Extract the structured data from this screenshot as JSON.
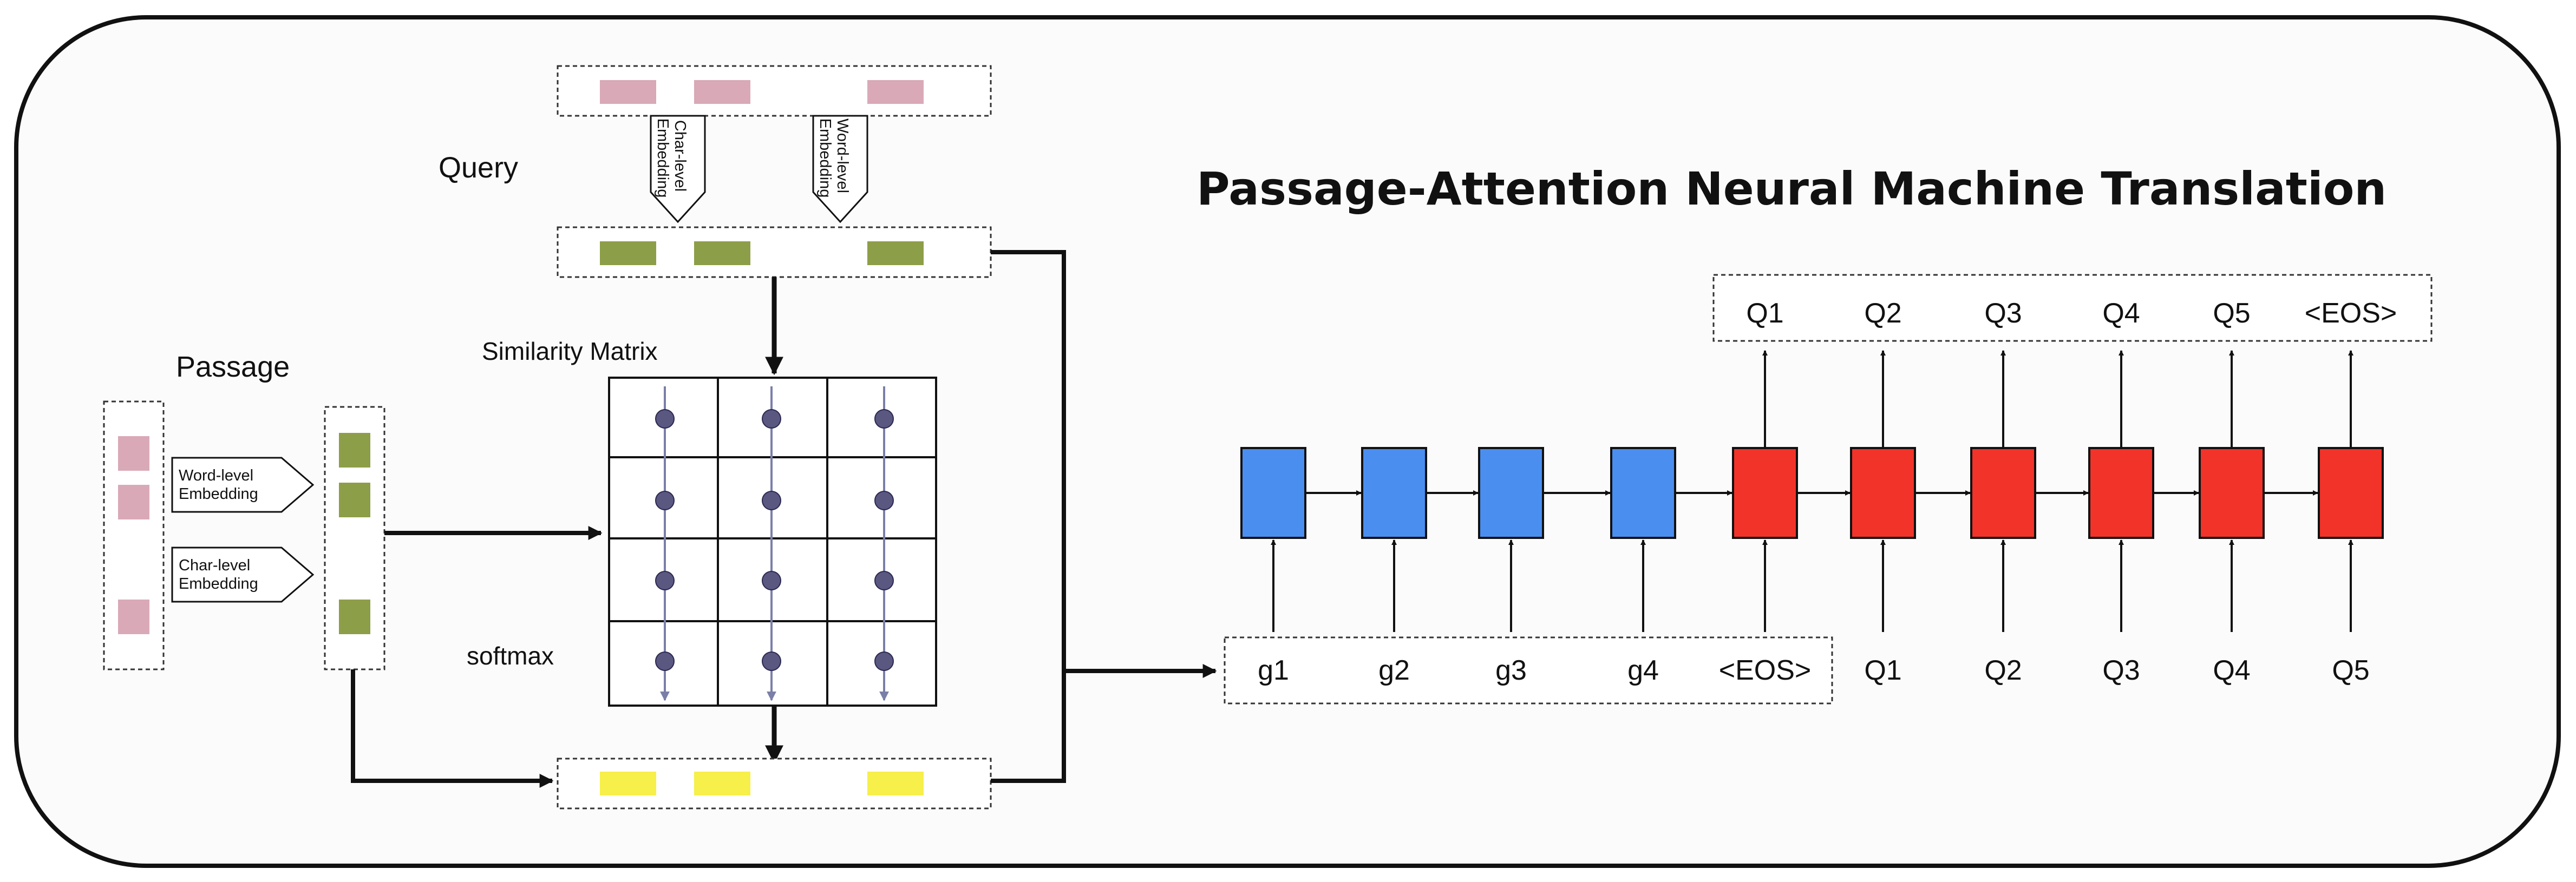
{
  "title": "Passage-Attention Neural Machine Translation",
  "query": {
    "label": "Query",
    "char_embedding": [
      "Char-level",
      "Embedding"
    ],
    "word_embedding": [
      "Word-level",
      "Embedding"
    ]
  },
  "passage": {
    "label": "Passage",
    "word_embedding": [
      "Word-level",
      "Embedding"
    ],
    "char_embedding": [
      "Char-level",
      "Embedding"
    ]
  },
  "similarity_matrix": {
    "label": "Similarity Matrix",
    "softmax_label": "softmax"
  },
  "encoder_inputs": [
    "g1",
    "g2",
    "g3",
    "g4",
    "<EOS>"
  ],
  "decoder_inputs": [
    "Q1",
    "Q2",
    "Q3",
    "Q4",
    "Q5"
  ],
  "decoder_outputs": [
    "Q1",
    "Q2",
    "Q3",
    "Q4",
    "Q5",
    "<EOS>"
  ],
  "colors": {
    "pink": "#d9a9b7",
    "olive": "#8d9e48",
    "yellow": "#f7ef4a",
    "encoder_blue": "#4a8ef0",
    "decoder_red": "#f2332a",
    "node": "#5a5780"
  }
}
